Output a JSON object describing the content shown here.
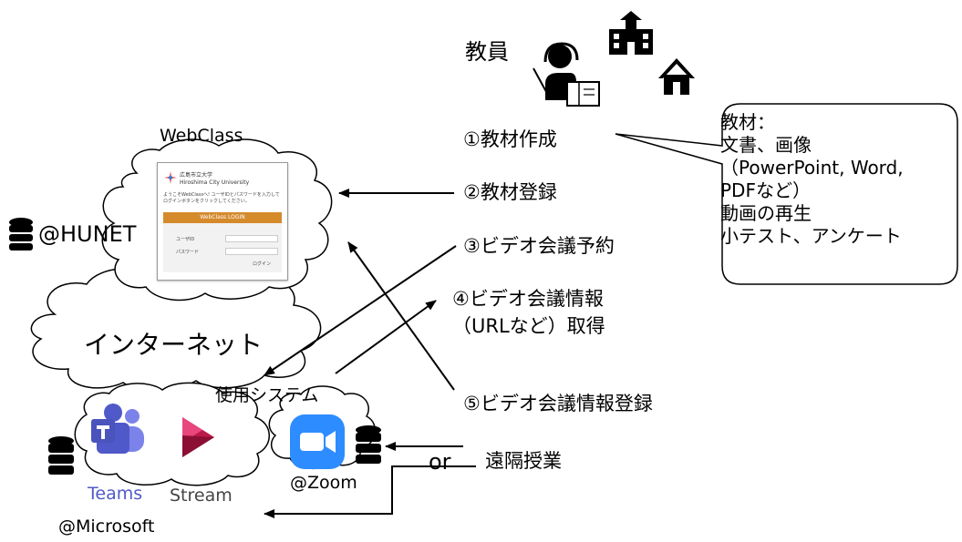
{
  "top": {
    "teacher_label": "教員"
  },
  "steps": {
    "s1": "①教材作成",
    "s2": "②教材登録",
    "s3": "③ビデオ会議予約",
    "s4a": "④ビデオ会議情報",
    "s4b": "（URLなど）取得",
    "s5": "⑤ビデオ会議情報登録",
    "remote": "遠隔授業",
    "or": "or"
  },
  "callout": {
    "lines": [
      "教材：",
      "文書、画像",
      "（PowerPoint, Word,",
      "PDFなど）",
      "動画の再生",
      "小テスト、アンケート"
    ]
  },
  "webclass": {
    "title": "WebClass",
    "host_label": "@HUNET",
    "screenshot": {
      "university_jp": "広島市立大学",
      "university_en": "Hiroshima City University",
      "welcome": "ようこそWebClassへ! ユーザIDとパスワードを入力してログインボタンをクリックしてください。",
      "panel_title": "WebClass LOGIN",
      "user_id_label": "ユーザID",
      "password_label": "パスワード",
      "login_label": "ログイン"
    }
  },
  "internet": {
    "label": "インターネット"
  },
  "systems": {
    "label": "使用システム",
    "teams": "Teams",
    "stream": "Stream",
    "zoom_host": "@Zoom",
    "microsoft_host": "@Microsoft"
  },
  "colors": {
    "teams": "#5059c9",
    "stream": "#bc1948",
    "zoom": "#2d8cff",
    "webclass_bar": "#d58a2c"
  }
}
